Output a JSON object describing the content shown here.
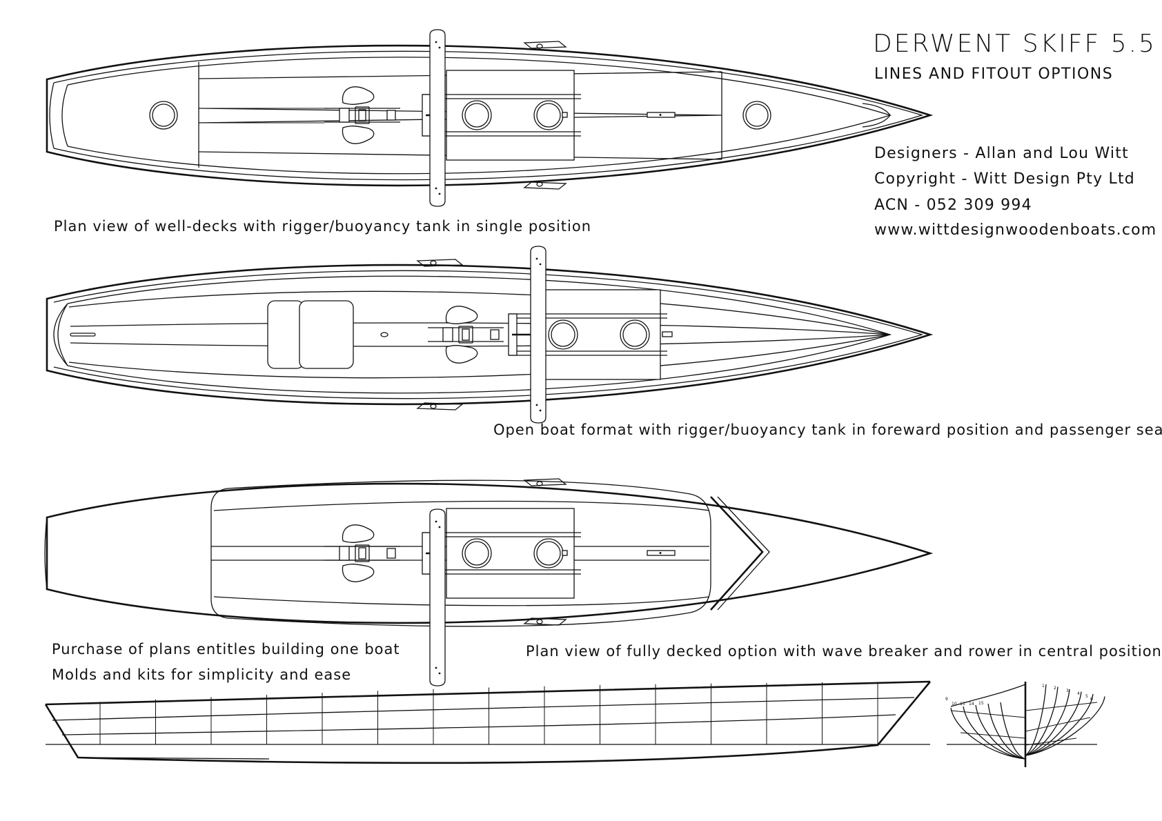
{
  "sheet": {
    "title": "DERWENT SKIFF 5.5",
    "subtitle": "LINES AND FITOUT OPTIONS",
    "designers": "Designers - Allan and Lou Witt",
    "copyright": "Copyright - Witt Design Pty Ltd",
    "acn": "ACN - 052 309 994",
    "website": "www.wittdesignwoodenboats.com"
  },
  "views": {
    "plan_single": {
      "caption": "Plan view of well-decks with rigger/buoyancy tank in single position"
    },
    "open_boat": {
      "caption": "Open boat format with rigger/buoyancy tank in foreward position and passenger seat"
    },
    "fully_decked": {
      "caption": "Plan view of fully decked option with wave breaker and rower in central position"
    }
  },
  "notes": {
    "line1": "Purchase of plans entitles building one boat",
    "line2": "Molds and kits for simplicity and ease"
  },
  "body_plan": {
    "station_numbers_right": [
      "1",
      "2",
      "3",
      "4",
      "5",
      "6"
    ],
    "station_numbers_left": [
      "9",
      "10",
      "13",
      "14",
      "15"
    ]
  }
}
